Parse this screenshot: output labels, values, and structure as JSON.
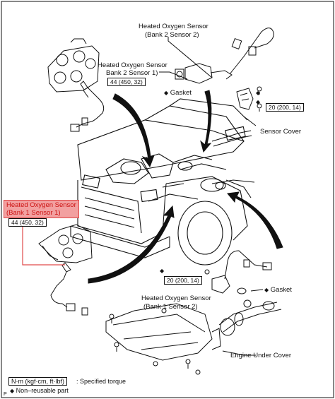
{
  "labels": {
    "b2s2_line1": "Heated Oxygen Sensor",
    "b2s2_line2": "(Bank 2 Sensor 2)",
    "b2s1_line1": "Heated Oxygen Sensor",
    "b2s1_line2": "Bank 2 Sensor 1)",
    "b1s1_line1": "Heated Oxygen Sensor",
    "b1s1_line2": "(Bank 1 Sensor 1)",
    "b1s2_line1": "Heated Oxygen Sensor",
    "b1s2_line2": "(Bank 1 Sensor 2)",
    "gasket_top": "Gasket",
    "gasket_bottom": "Gasket",
    "sensor_cover": "Sensor Cover",
    "engine_under_cover": "Engine Under Cover"
  },
  "torques": {
    "b2s1": "44 (450, 32)",
    "b1s1": "44 (450, 32)",
    "cover_upper": "20 (200, 14)",
    "cover_lower": "20 (200, 14)"
  },
  "legend": {
    "unit_box": "N·m (kgf·cm, ft·lbf)",
    "unit_desc": ": Specified torque",
    "nonreuse": "Non–reusable part",
    "corner": "P"
  },
  "colors": {
    "highlight_fill": "#f2a0a0",
    "highlight_border": "#e04a4a",
    "highlight_text": "#cc1111",
    "line": "#111111"
  }
}
